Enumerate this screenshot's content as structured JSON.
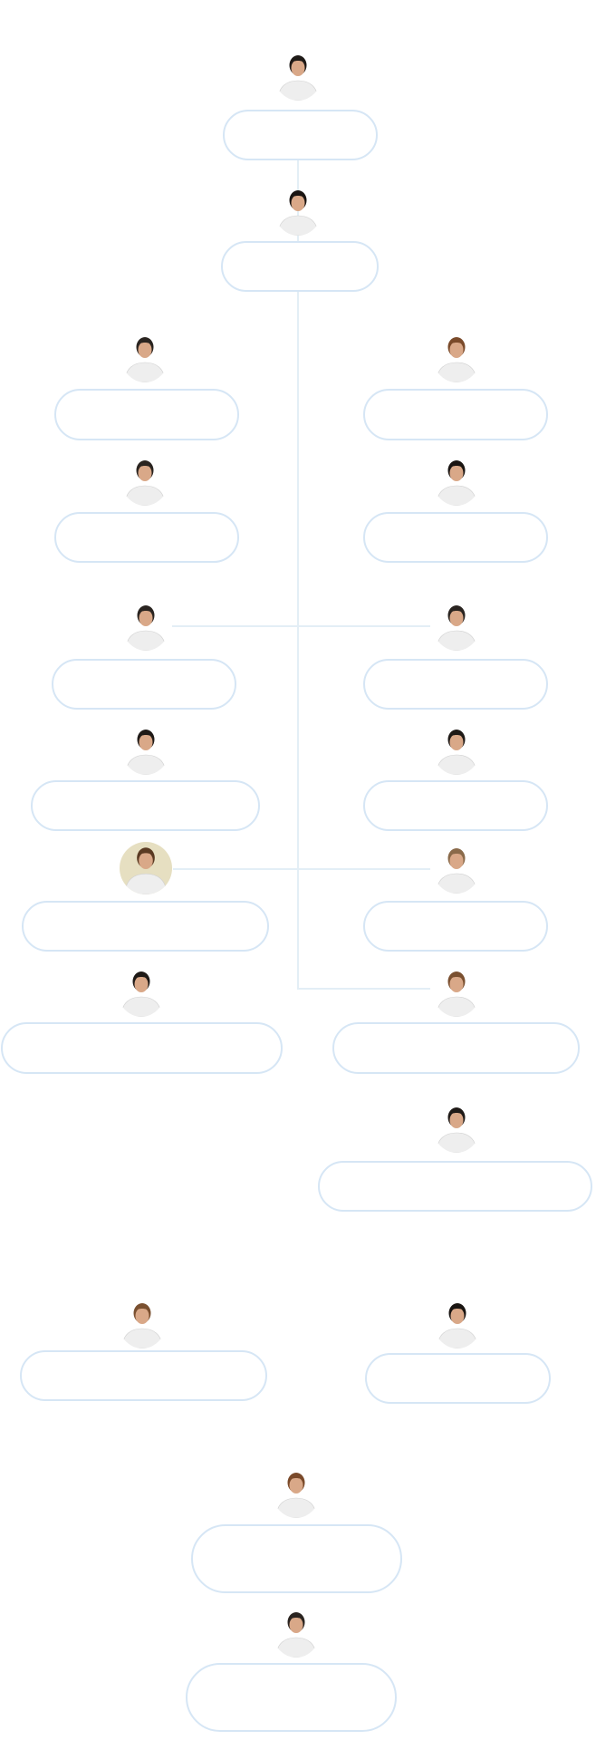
{
  "colors": {
    "pill_border": "#d6e6f5",
    "connector": "#e3eef6",
    "shirt": "#eeeeee",
    "skin": "#d9a888"
  },
  "nodes": [
    {
      "id": 1,
      "avatar": "person-photo",
      "hair": "#1f1a17"
    },
    {
      "id": 2,
      "avatar": "person-photo",
      "hair": "#1a1512"
    },
    {
      "id": 3,
      "avatar": "person-photo",
      "hair": "#2a2420"
    },
    {
      "id": 4,
      "avatar": "person-photo",
      "hair": "#7a4a2a"
    },
    {
      "id": 5,
      "avatar": "person-photo",
      "hair": "#2a2420"
    },
    {
      "id": 6,
      "avatar": "person-photo",
      "hair": "#1a1512"
    },
    {
      "id": 7,
      "avatar": "person-photo",
      "hair": "#2a2420"
    },
    {
      "id": 8,
      "avatar": "person-photo",
      "hair": "#2a2420"
    },
    {
      "id": 9,
      "avatar": "person-photo",
      "hair": "#1f1a17"
    },
    {
      "id": 10,
      "avatar": "person-photo",
      "hair": "#1f1a17"
    },
    {
      "id": 11,
      "avatar": "person-photo",
      "hair": "#5a3a22"
    },
    {
      "id": 12,
      "avatar": "person-photo",
      "hair": "#8a6a4a"
    },
    {
      "id": 13,
      "avatar": "person-photo",
      "hair": "#1f1a17"
    },
    {
      "id": 14,
      "avatar": "person-photo",
      "hair": "#7a5030"
    },
    {
      "id": 15,
      "avatar": "person-photo",
      "hair": "#1f1a17"
    },
    {
      "id": 16,
      "avatar": "person-photo",
      "hair": "#7a5030"
    },
    {
      "id": 17,
      "avatar": "person-photo",
      "hair": "#1a1512"
    },
    {
      "id": 18,
      "avatar": "person-photo",
      "hair": "#7a4a2a"
    },
    {
      "id": 19,
      "avatar": "person-photo",
      "hair": "#2a2420"
    }
  ]
}
